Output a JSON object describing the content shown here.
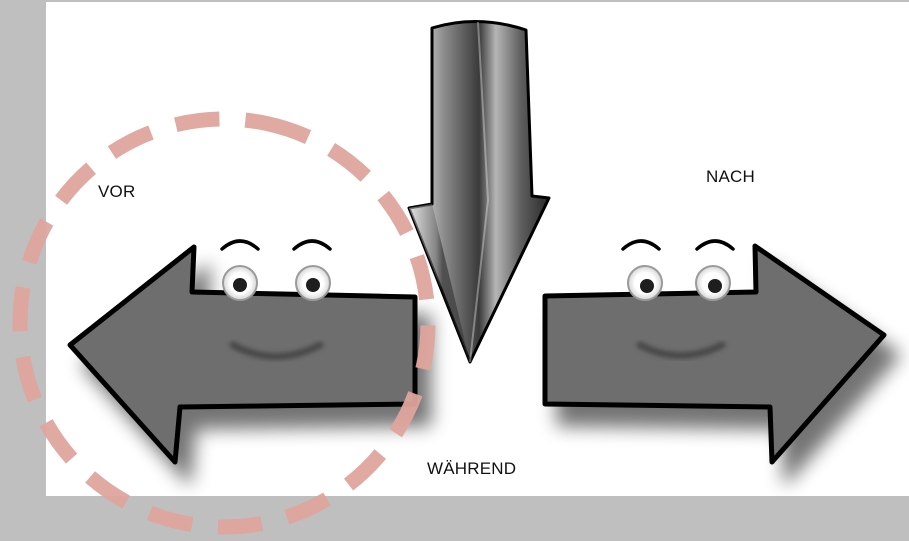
{
  "labels": {
    "before": "VOR",
    "after": "NACH",
    "during": "WÄHREND"
  },
  "illustration": {
    "left_arrow": "arrow-left-face",
    "right_arrow": "arrow-right-face",
    "down_arrow": "arrow-down-icon",
    "highlight": "dashed-circle"
  },
  "colors": {
    "background": "#bfbfbf",
    "panel": "#ffffff",
    "arrow_fill": "#6e6e6e",
    "highlight": "#dea49d",
    "text": "#111111"
  }
}
